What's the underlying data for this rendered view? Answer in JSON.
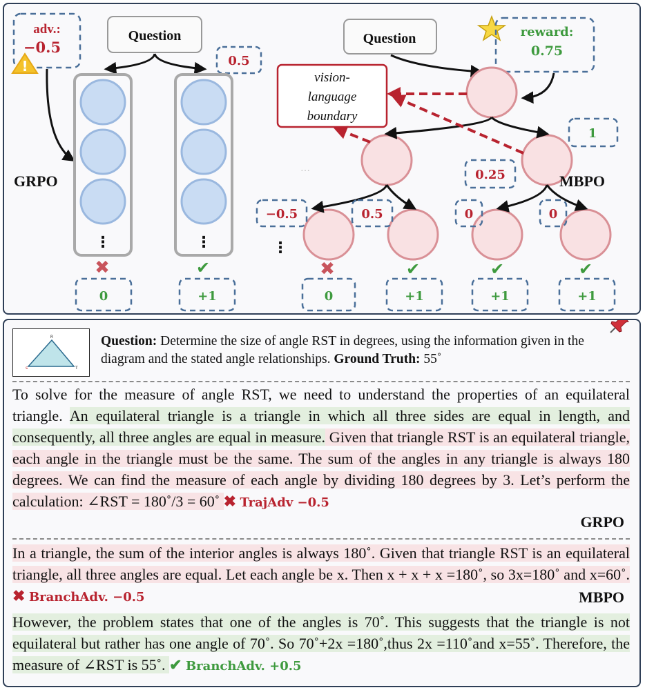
{
  "diagram": {
    "left": {
      "question": "Question",
      "adv_label": "adv.:",
      "adv_value": "−0.5",
      "adv_right": "0.5",
      "method": "GRPO",
      "rewards": [
        "0",
        "+1"
      ],
      "dots": "⋮"
    },
    "right": {
      "question": "Question",
      "reward_label": "reward:",
      "reward_value": "0.75",
      "boundary_lines": [
        "vision-",
        "language",
        "boundary"
      ],
      "method": "MBPO",
      "branch_advs": [
        "1",
        "0.25",
        "−0.5",
        "0.5",
        "0",
        "0"
      ],
      "rewards": [
        "0",
        "+1",
        "+1",
        "+1"
      ],
      "dots": "⋮",
      "faint_dots": "…"
    },
    "colors": {
      "blue_node": "#c9dcf3",
      "blue_node_stroke": "#9ab8df",
      "pink_node": "#f9e1e3",
      "pink_node_stroke": "#d99096",
      "red": "#b8232f",
      "green": "#3e9a3e",
      "dashed_box": "#4a6f99"
    }
  },
  "example": {
    "question_label": "Question:",
    "question_text": " Determine the size of angle RST in degrees, using the information given in the diagram and the stated angle relationships. ",
    "gt_label": "Ground Truth:",
    "gt_value": " 55˚",
    "grpo": {
      "plain": "To solve for the measure of angle RST, we need to understand the properties of an equilateral triangle. ",
      "green": "An equilateral triangle is a triangle in which all three sides are equal in length, and consequently, all three angles are equal in measure.",
      "pink": " Given that triangle RST is an equilateral triangle, each angle in the triangle must be the same. The sum of the angles in any triangle is always 180 degrees. We can find the measure of each angle by dividing 180 degrees by 3. Let’s perform the calculation: ∠RST = 180˚/3 = 60˚ ",
      "tag": "TrajAdv −0.5",
      "method": "GRPO"
    },
    "mbpo": {
      "pink": "In a triangle, the sum of the interior angles is always 180˚. Given that triangle RST is an equilateral triangle, all three angles are equal. Let each angle be x. Then x + x + x =180˚, so 3x=180˚ and x=60˚. ",
      "tag1": "BranchAdv. −0.5",
      "method": "MBPO",
      "green": "However, the problem states that one of the angles is 70˚. This suggests that the triangle is not equilateral but rather has one angle of 70˚.  So 70˚+2x =180˚,thus 2x =110˚and x=55˚. Therefore, the measure of ∠RST is  55˚. ",
      "tag2": "BranchAdv. +0.5"
    },
    "icons": {
      "pin": "pushpin-icon",
      "cross": "✖",
      "check": "✔"
    }
  }
}
